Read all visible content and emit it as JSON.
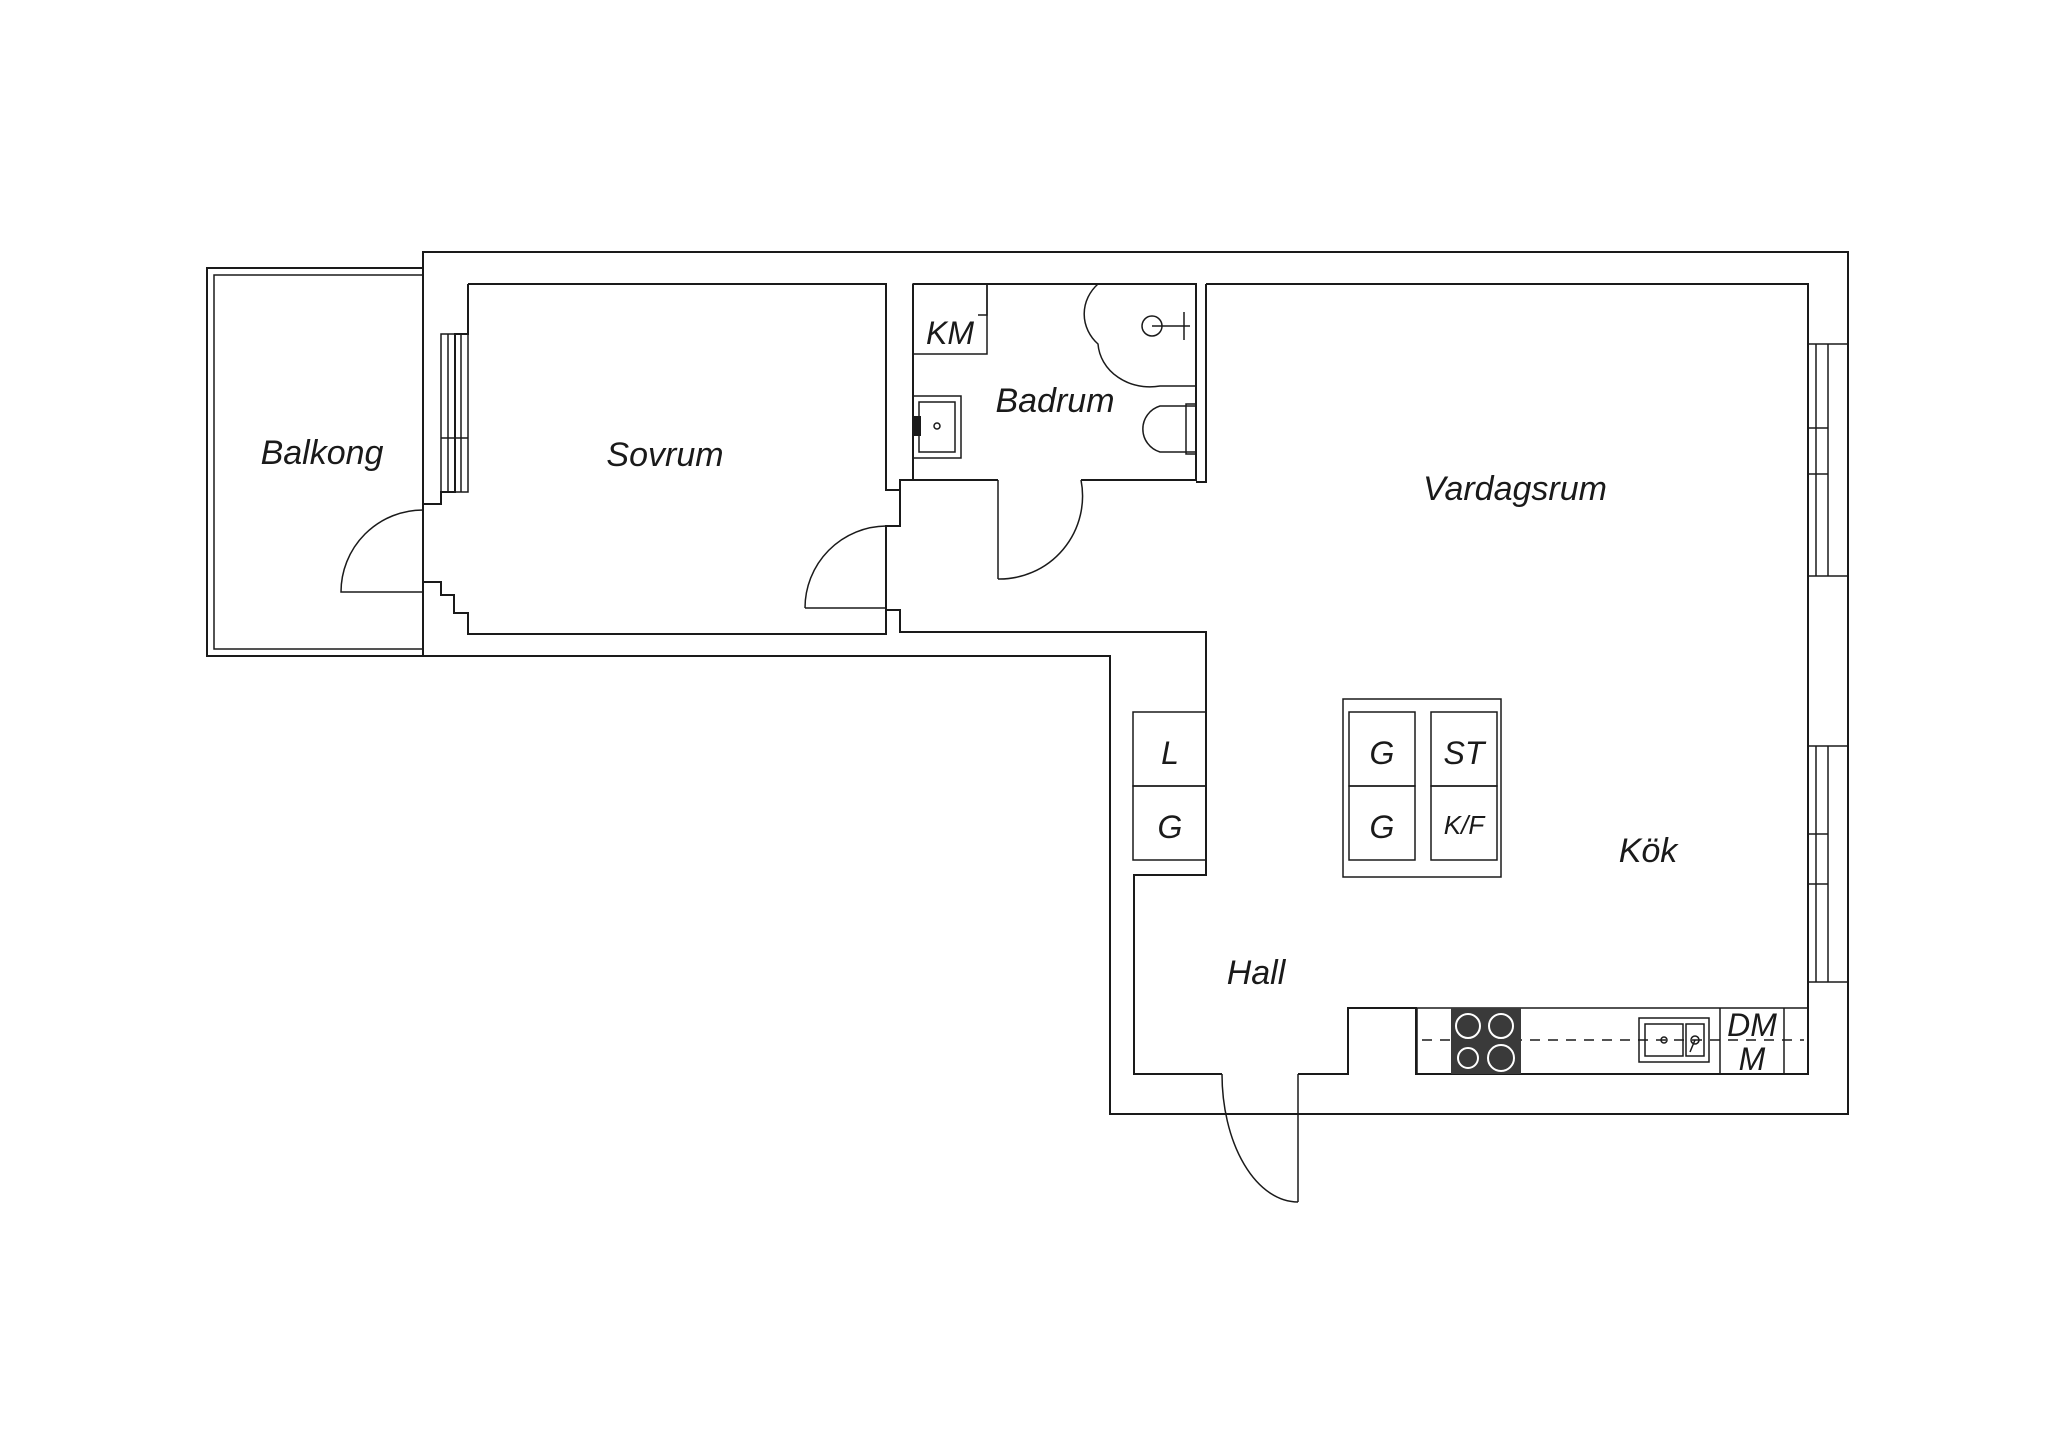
{
  "rooms": {
    "balkong": "Balkong",
    "sovrum": "Sovrum",
    "badrum": "Badrum",
    "vardagsrum": "Vardagsrum",
    "kok": "Kök",
    "hall": "Hall"
  },
  "fixtures": {
    "km": "KM",
    "wardrobe_l": "L",
    "wardrobe_g": "G",
    "cabinet_g1": "G",
    "cabinet_g2": "G",
    "cabinet_st": "ST",
    "cabinet_kf": "K/F",
    "dm": "DM",
    "m": "M"
  }
}
